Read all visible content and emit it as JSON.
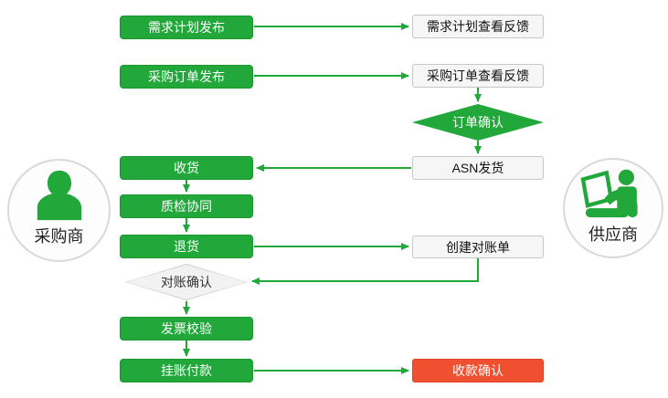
{
  "colors": {
    "green": "#21a73a",
    "red": "#f0502f",
    "white_box_fill": "#f6f6f6",
    "gray_diamond_fill": "#f2f2f2"
  },
  "actors": {
    "buyer": {
      "label": "采购商",
      "icon": "person-icon"
    },
    "supplier": {
      "label": "供应商",
      "icon": "person-laptop-icon"
    }
  },
  "nodes": {
    "demand_plan_publish": {
      "label": "需求计划发布",
      "style": "green"
    },
    "demand_plan_feedback": {
      "label": "需求计划查看反馈",
      "style": "white"
    },
    "purchase_order_publish": {
      "label": "采购订单发布",
      "style": "green"
    },
    "purchase_order_feedback": {
      "label": "采购订单查看反馈",
      "style": "white"
    },
    "order_confirm": {
      "label": "订单确认",
      "style": "green-diamond"
    },
    "asn_ship": {
      "label": "ASN发货",
      "style": "white"
    },
    "receive_goods": {
      "label": "收货",
      "style": "green"
    },
    "quality_collab": {
      "label": "质检协同",
      "style": "green"
    },
    "return_goods": {
      "label": "退货",
      "style": "green"
    },
    "create_statement": {
      "label": "创建对账单",
      "style": "white"
    },
    "statement_confirm": {
      "label": "对账确认",
      "style": "gray-diamond"
    },
    "invoice_check": {
      "label": "发票校验",
      "style": "green"
    },
    "pending_payment": {
      "label": "挂账付款",
      "style": "green"
    },
    "receipt_confirm": {
      "label": "收款确认",
      "style": "red"
    }
  },
  "edges": [
    {
      "from": "demand_plan_publish",
      "to": "demand_plan_feedback"
    },
    {
      "from": "purchase_order_publish",
      "to": "purchase_order_feedback"
    },
    {
      "from": "purchase_order_feedback",
      "to": "order_confirm"
    },
    {
      "from": "order_confirm",
      "to": "asn_ship"
    },
    {
      "from": "asn_ship",
      "to": "receive_goods"
    },
    {
      "from": "receive_goods",
      "to": "quality_collab"
    },
    {
      "from": "quality_collab",
      "to": "return_goods"
    },
    {
      "from": "return_goods",
      "to": "create_statement"
    },
    {
      "from": "create_statement",
      "to": "statement_confirm"
    },
    {
      "from": "statement_confirm",
      "to": "invoice_check"
    },
    {
      "from": "invoice_check",
      "to": "pending_payment"
    },
    {
      "from": "pending_payment",
      "to": "receipt_confirm"
    }
  ]
}
